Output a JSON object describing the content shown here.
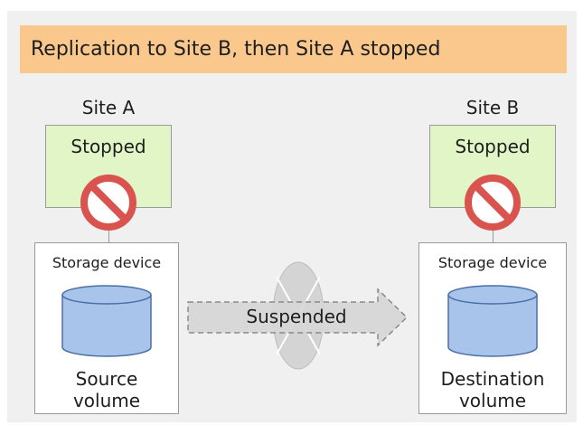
{
  "title": "Replication to Site B, then Site A stopped",
  "site_a": {
    "label": "Site A",
    "server_status": "Stopped",
    "storage_title": "Storage device",
    "volume_line1": "Source",
    "volume_line2": "volume"
  },
  "site_b": {
    "label": "Site B",
    "server_status": "Stopped",
    "storage_title": "Storage device",
    "volume_line1": "Destination",
    "volume_line2": "volume"
  },
  "link": {
    "label": "Suspended"
  },
  "icons": {
    "stopped": "prohibited-icon",
    "volume": "cylinder-volume-icon",
    "link_arrow": "dashed-arrow-icon",
    "network": "network-oval-icon"
  },
  "colors": {
    "banner": "#fac88c",
    "server": "#e2f5c6",
    "prohibited": "#d9534f",
    "volume_fill": "#a8c4ea",
    "volume_stroke": "#4a6fa5",
    "arrow_fill": "#d6d6d6"
  }
}
